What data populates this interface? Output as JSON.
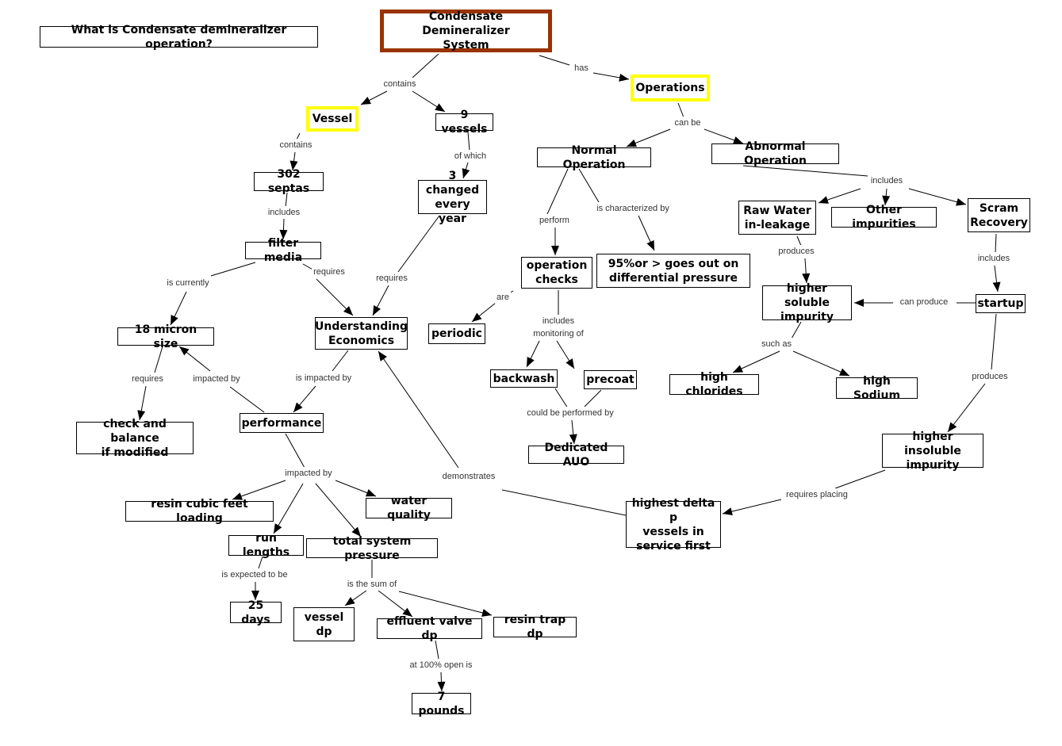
{
  "nodes": {
    "question": "What is Condensate demineralizer operation?",
    "root": "Condensate Demineralizer\nSystem",
    "vessel": "Vessel",
    "nine_vessels": "9 vessels",
    "operations": "Operations",
    "septas": "302 septas",
    "three_changed": "3 changed\nevery year",
    "normal_op": "Normal Operation",
    "abnormal_op": "Abnormal Operation",
    "raw_water": "Raw Water\nin-leakage",
    "other_imp": "Other impurities",
    "scram": "Scram\nRecovery",
    "filter": "filter media",
    "op_checks": "operation\nchecks",
    "ninetyfive": "95%or > goes out on\ndifferential pressure",
    "soluble": "higher soluble\nimpurity",
    "startup": "startup",
    "micron": "18 micron size",
    "econ": "Understanding\nEconomics",
    "periodic": "periodic",
    "backwash": "backwash",
    "precoat": "precoat",
    "chlorides": "high chlorides",
    "sodium": "high Sodium",
    "check_balance": "check and balance\nif modified",
    "performance": "performance",
    "dedicated": "Dedicated AUO",
    "insoluble": "higher insoluble\nimpurity",
    "resin_loading": "resin cubic feet loading",
    "water_quality": "water quality",
    "delta_p": "highest delta p\nvessels in\nservice first",
    "run_lengths": "run lengths",
    "total_pressure": "total system pressure",
    "days": "25 days",
    "vessel_dp": "vessel dp",
    "effluent": "effluent valve dp",
    "resin_trap": "resin trap dp",
    "seven": "7 pounds"
  },
  "links": {
    "contains1": "contains",
    "has": "has",
    "contains2": "contains",
    "of_which": "of which",
    "can_be": "can be",
    "includes1": "includes",
    "perform": "perform",
    "characterized": "is characterized by",
    "includes2": "includes",
    "produces1": "produces",
    "includes3": "includes",
    "is_currently": "is currently",
    "requires1": "requires",
    "requires2": "requires",
    "are": "are",
    "can_produce": "can produce",
    "includes_monitoring": "includes\nmonitoring of",
    "such_as": "such as",
    "requires3": "requires",
    "impacted_by1": "impacted by",
    "is_impacted_by": "is impacted by",
    "produces2": "produces",
    "could_be": "could be performed by",
    "demonstrates": "demonstrates",
    "impacted_by2": "impacted by",
    "requires_placing": "requires placing",
    "expected": "is expected to be",
    "sum_of": "is the sum of",
    "at_open": "at 100% open is"
  },
  "colors": {
    "root_border": "#993300",
    "highlight_border": "#ffff00"
  }
}
